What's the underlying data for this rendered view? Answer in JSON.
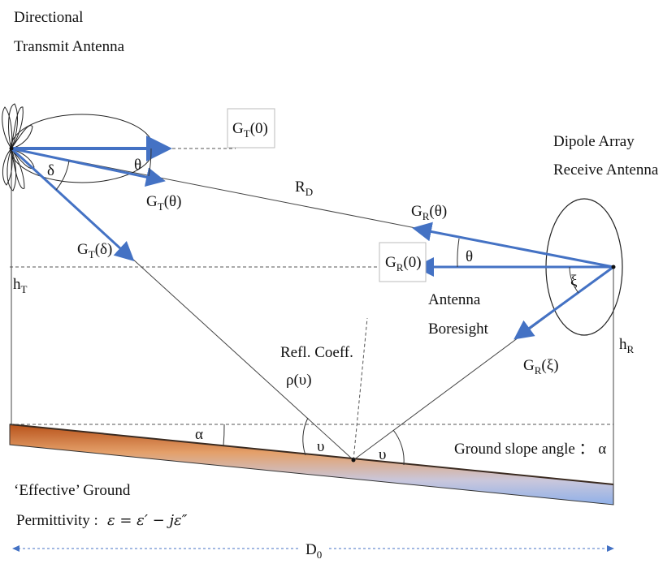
{
  "labels": {
    "tx_title_1": "Directional",
    "tx_title_2": "Transmit Antenna",
    "rx_title_1": "Dipole Array",
    "rx_title_2": "Receive Antenna",
    "gt0": "G",
    "gt0_sub": "T",
    "gt0_arg": "(0)",
    "gt_theta": "G",
    "gt_theta_sub": "T",
    "gt_theta_arg": "(θ)",
    "gt_delta": "G",
    "gt_delta_sub": "T",
    "gt_delta_arg": "(δ)",
    "gr_theta": "G",
    "gr_theta_sub": "R",
    "gr_theta_arg": "(θ)",
    "gr0": "G",
    "gr0_sub": "R",
    "gr0_arg": "(0)",
    "gr_xi": "G",
    "gr_xi_sub": "R",
    "gr_xi_arg": "(ξ)",
    "rd": "R",
    "rd_sub": "D",
    "ht": "h",
    "ht_sub": "T",
    "hr": "h",
    "hr_sub": "R",
    "d0": "D",
    "d0_sub": "0",
    "delta": "δ",
    "theta_tx": "θ",
    "theta_rx": "θ",
    "xi": "ξ",
    "upsilon_left": "υ",
    "upsilon_right": "υ",
    "alpha": "α",
    "boresight_1": "Antenna",
    "boresight_2": "Boresight",
    "refl_1": "Refl. Coeff.",
    "refl_2": "ρ(υ)",
    "slope": "Ground slope angle ： α",
    "ground_1": "‘Effective’ Ground",
    "ground_2": "Permittivity :",
    "permittivity_eq": "ε = ε′ − jε″"
  },
  "colors": {
    "arrow_blue": "#4472c4",
    "ground_top": "#c0581e",
    "ground_mid": "#e8b07a",
    "ground_bottom": "#9fb8e8",
    "line": "#444444",
    "dim_arrow": "#4472c4"
  }
}
